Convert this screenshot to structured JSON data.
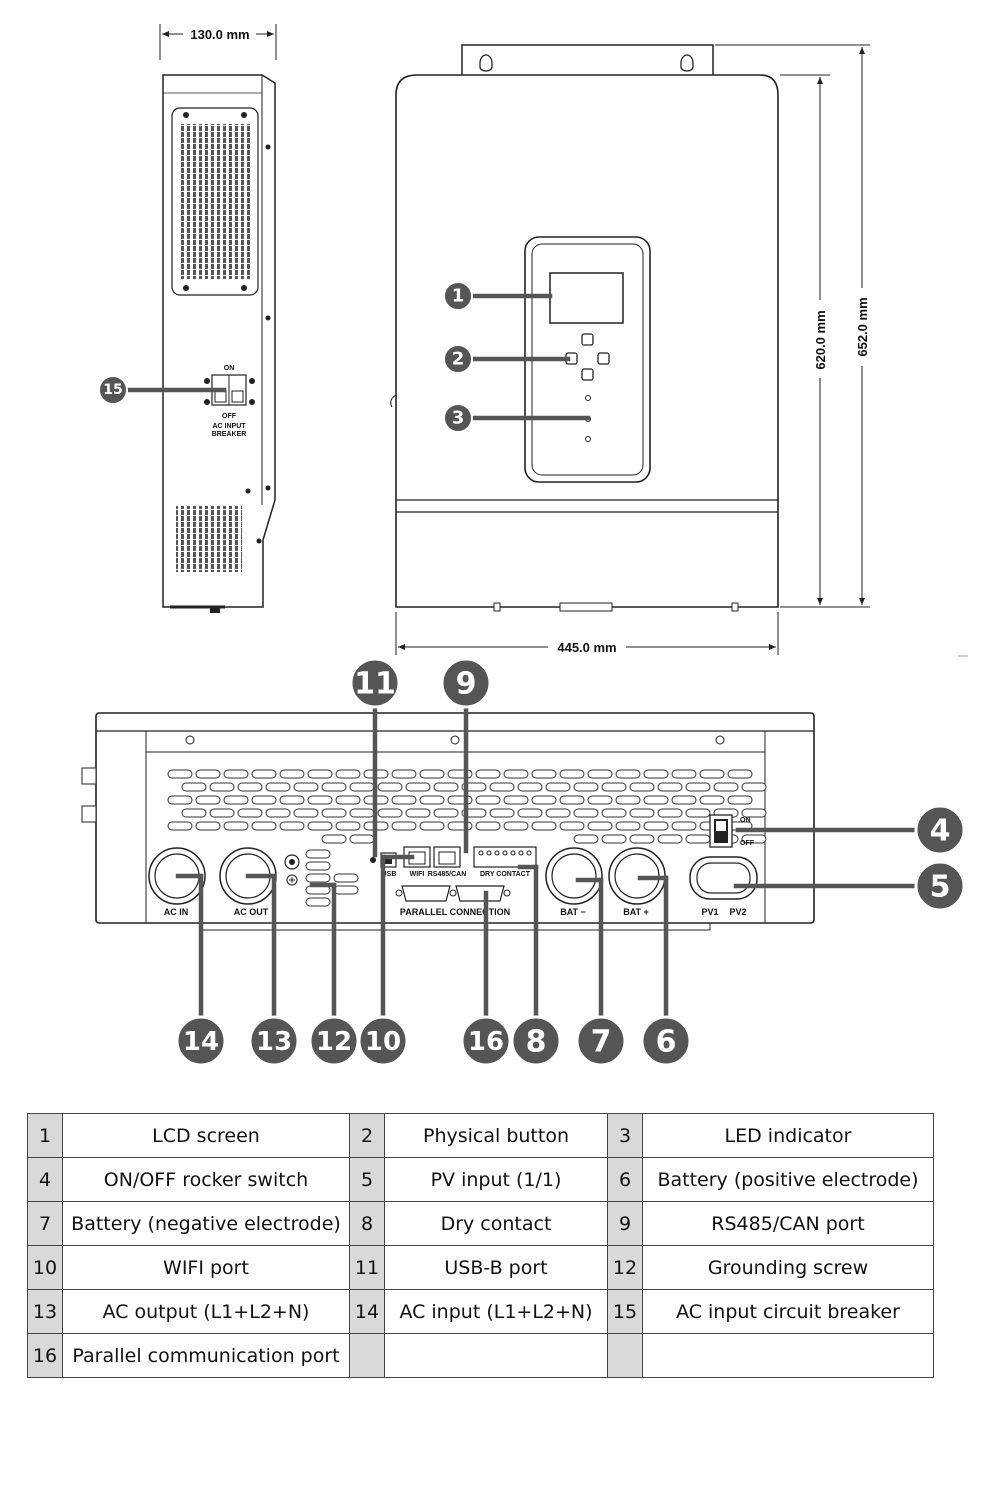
{
  "dimensions": {
    "depth": "130.0 mm",
    "width": "445.0 mm",
    "height_body": "620.0 mm",
    "height_total": "652.0 mm"
  },
  "side_panel": {
    "breaker_on": "ON",
    "breaker_off": "OFF",
    "breaker_label_1": "AC INPUT",
    "breaker_label_2": "BREAKER"
  },
  "bottom_panel": {
    "ac_in": "AC IN",
    "ac_out": "AC OUT",
    "usb": "USB",
    "wifi": "WIFI",
    "rs485": "RS485/CAN",
    "dry_contact": "DRY CONTACT",
    "parallel": "PARALLEL CONNECTION",
    "bat_minus": "BAT −",
    "bat_plus": "BAT +",
    "pv1": "PV1",
    "pv2": "PV2",
    "switch_on": "ON",
    "switch_off": "OFF"
  },
  "callouts": [
    "1",
    "2",
    "3",
    "4",
    "5",
    "6",
    "7",
    "8",
    "9",
    "10",
    "11",
    "12",
    "13",
    "14",
    "15",
    "16"
  ],
  "legend": [
    [
      {
        "n": "1",
        "label": "LCD screen"
      },
      {
        "n": "2",
        "label": "Physical button"
      },
      {
        "n": "3",
        "label": "LED indicator"
      }
    ],
    [
      {
        "n": "4",
        "label": "ON/OFF rocker switch"
      },
      {
        "n": "5",
        "label": "PV input (1/1)"
      },
      {
        "n": "6",
        "label": "Battery (positive electrode)"
      }
    ],
    [
      {
        "n": "7",
        "label": "Battery (negative electrode)"
      },
      {
        "n": "8",
        "label": "Dry contact"
      },
      {
        "n": "9",
        "label": "RS485/CAN port"
      }
    ],
    [
      {
        "n": "10",
        "label": "WIFI port"
      },
      {
        "n": "11",
        "label": "USB-B port"
      },
      {
        "n": "12",
        "label": "Grounding screw"
      }
    ],
    [
      {
        "n": "13",
        "label": "AC output (L1+L2+N)"
      },
      {
        "n": "14",
        "label": "AC input (L1+L2+N)"
      },
      {
        "n": "15",
        "label": "AC input circuit breaker"
      }
    ],
    [
      {
        "n": "16",
        "label": "Parallel communication port"
      },
      {
        "n": "",
        "label": ""
      },
      {
        "n": "",
        "label": ""
      }
    ]
  ]
}
